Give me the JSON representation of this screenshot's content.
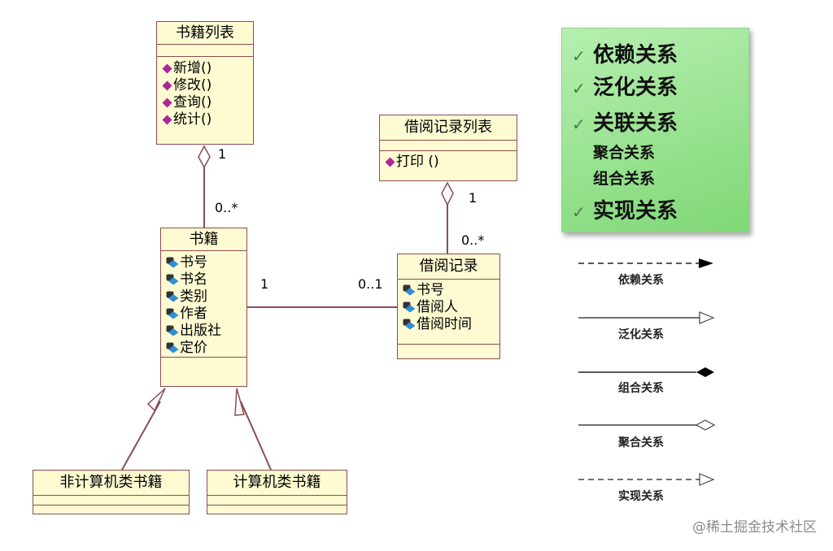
{
  "classes": {
    "book_list": {
      "name": "书籍列表",
      "methods": [
        "新增()",
        "修改()",
        "查询()",
        "统计()"
      ]
    },
    "borrow_list": {
      "name": "借阅记录列表",
      "methods": [
        "打印 ()"
      ]
    },
    "book": {
      "name": "书籍",
      "attributes": [
        "书号",
        "书名",
        "类别",
        "作者",
        "出版社",
        "定价"
      ]
    },
    "borrow_record": {
      "name": "借阅记录",
      "attributes": [
        "书号",
        "借阅人",
        "借阅时间"
      ]
    },
    "non_computer_book": {
      "name": "非计算机类书籍"
    },
    "computer_book": {
      "name": "计算机类书籍"
    }
  },
  "multiplicities": {
    "booklist_end": "1",
    "book_end": "0..*",
    "borrowlist_end": "1",
    "record_end": "0..*",
    "assoc_book_end": "1",
    "assoc_record_end": "0..1"
  },
  "legend": {
    "items": [
      {
        "label": "依赖关系",
        "checked": true
      },
      {
        "label": "泛化关系",
        "checked": true
      },
      {
        "label": "关联关系",
        "checked": true
      },
      {
        "label": "聚合关系",
        "checked": false
      },
      {
        "label": "组合关系",
        "checked": false
      },
      {
        "label": "实现关系",
        "checked": true
      }
    ],
    "check_glyph": "✓"
  },
  "relations": [
    {
      "label": "依赖关系",
      "line": "dashed",
      "head": "filled-arrow"
    },
    {
      "label": "泛化关系",
      "line": "solid",
      "head": "hollow-triangle"
    },
    {
      "label": "组合关系",
      "line": "solid",
      "head": "filled-diamond"
    },
    {
      "label": "聚合关系",
      "line": "solid",
      "head": "hollow-diamond"
    },
    {
      "label": "实现关系",
      "line": "dashed",
      "head": "hollow-triangle"
    }
  ],
  "watermark": "@稀土掘金技术社区",
  "colors": {
    "class_fill": "#fefbd2",
    "class_border": "#8a4e52",
    "method_icon": "#b0249a",
    "attr_icon": "#2f8fd0",
    "legend_bg": "#8fe08a",
    "check": "#4a7a44"
  }
}
